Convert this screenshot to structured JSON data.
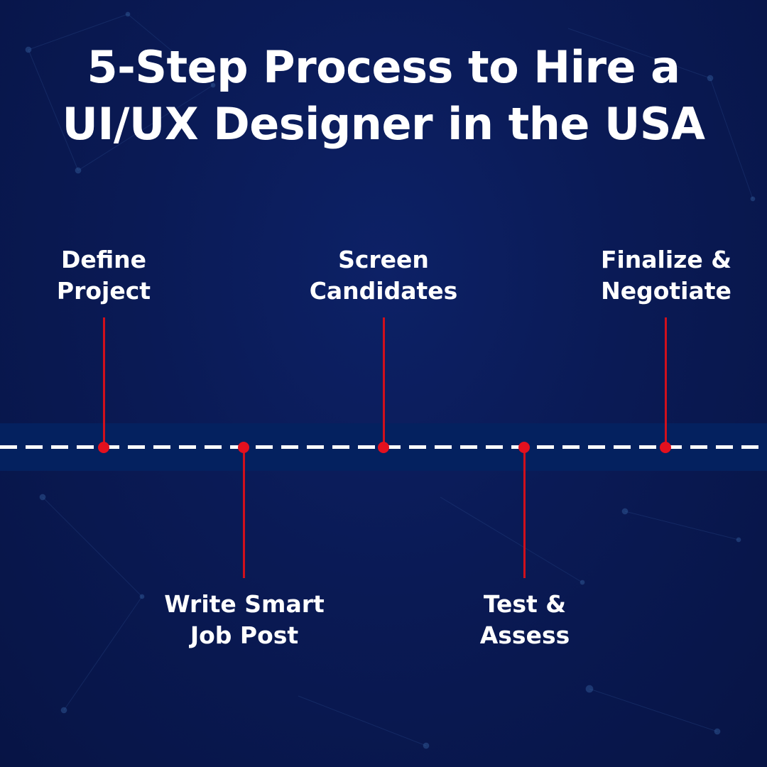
{
  "title": [
    "5-Step Process to Hire a",
    "UI/UX Designer in the USA"
  ],
  "colors": {
    "background": "#0a1a55",
    "band": "#04215f",
    "accent": "#e3101e",
    "text": "#ffffff"
  },
  "steps": [
    {
      "line1": "Define",
      "line2": "Project",
      "position": "above"
    },
    {
      "line1": "Write Smart",
      "line2": "Job Post",
      "position": "below"
    },
    {
      "line1": "Screen",
      "line2": "Candidates",
      "position": "above"
    },
    {
      "line1": "Test &",
      "line2": "Assess",
      "position": "below"
    },
    {
      "line1": "Finalize &",
      "line2": "Negotiate",
      "position": "above"
    }
  ]
}
